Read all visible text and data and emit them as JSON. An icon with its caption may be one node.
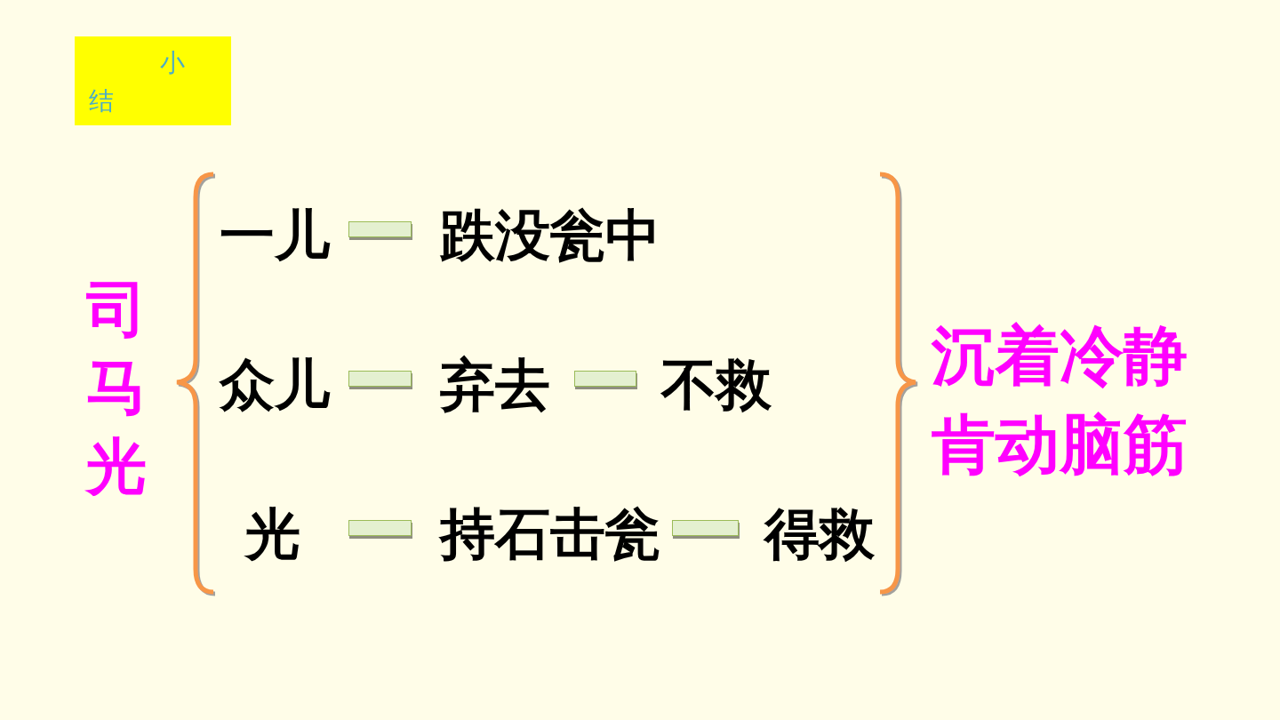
{
  "diagram": {
    "nodes": [
      {
        "text": [
          "小结"
        ]
      },
      {
        "text": [
          "一儿"
        ]
      },
      {
        "text": [
          "跌没瓮中"
        ]
      },
      {
        "text": [
          "众儿"
        ]
      },
      {
        "text": [
          "弃去"
        ]
      },
      {
        "text": [
          "不救"
        ]
      },
      {
        "text": [
          "光"
        ]
      },
      {
        "text": [
          "持石击瓮"
        ]
      },
      {
        "text": [
          "得救"
        ]
      }
    ],
    "edges": [
      {
        "from": 1,
        "to": 2,
        "arrow": "none"
      },
      {
        "from": 3,
        "to": 4,
        "arrow": "none"
      },
      {
        "from": 4,
        "to": 5,
        "arrow": "none"
      },
      {
        "from": 6,
        "to": 7,
        "arrow": "none"
      },
      {
        "from": 7,
        "to": 8,
        "arrow": "none"
      }
    ],
    "labels": [
      "司马光",
      "沉着冷静肯动脑筋"
    ]
  }
}
